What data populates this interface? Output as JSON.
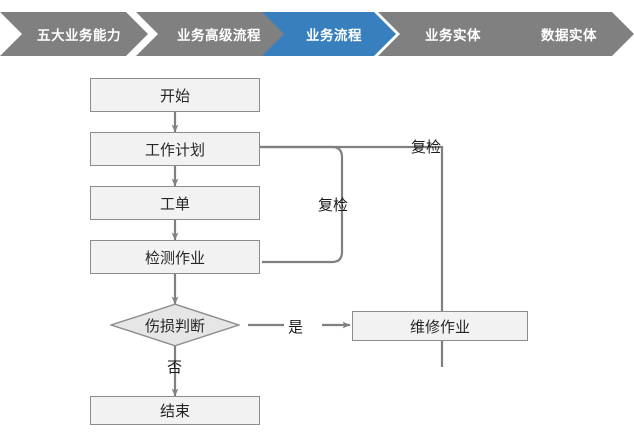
{
  "breadcrumb": {
    "active_color": "#3780bd",
    "inactive_color": "#808080",
    "items": [
      {
        "label": "五大业务能力",
        "active": false
      },
      {
        "label": "业务高级流程",
        "active": false
      },
      {
        "label": "业务流程",
        "active": true
      },
      {
        "label": "业务实体",
        "active": false
      },
      {
        "label": "数据实体",
        "active": false
      }
    ]
  },
  "diagram": {
    "type": "flowchart",
    "node_fill": "#f2f2f2",
    "node_border": "#8c8c8c",
    "connector_color": "#808080",
    "nodes": [
      {
        "id": "start",
        "label": "开始",
        "shape": "rect"
      },
      {
        "id": "plan",
        "label": "工作计划",
        "shape": "rect"
      },
      {
        "id": "order",
        "label": "工单",
        "shape": "rect"
      },
      {
        "id": "inspect",
        "label": "检测作业",
        "shape": "rect"
      },
      {
        "id": "decide",
        "label": "伤损判断",
        "shape": "diamond"
      },
      {
        "id": "repair",
        "label": "维修作业",
        "shape": "rect"
      },
      {
        "id": "end",
        "label": "结束",
        "shape": "rect"
      }
    ],
    "edge_labels": {
      "recheck_outer": "复检",
      "recheck_inner": "复检",
      "yes": "是",
      "no": "否"
    },
    "edges": [
      {
        "from": "start",
        "to": "plan",
        "label": ""
      },
      {
        "from": "plan",
        "to": "order",
        "label": ""
      },
      {
        "from": "order",
        "to": "inspect",
        "label": ""
      },
      {
        "from": "inspect",
        "to": "decide",
        "label": ""
      },
      {
        "from": "inspect",
        "to": "plan",
        "label": "复检"
      },
      {
        "from": "decide",
        "to": "repair",
        "label": "是"
      },
      {
        "from": "decide",
        "to": "end",
        "label": "否"
      },
      {
        "from": "repair",
        "to": "plan",
        "label": "复检"
      }
    ]
  }
}
